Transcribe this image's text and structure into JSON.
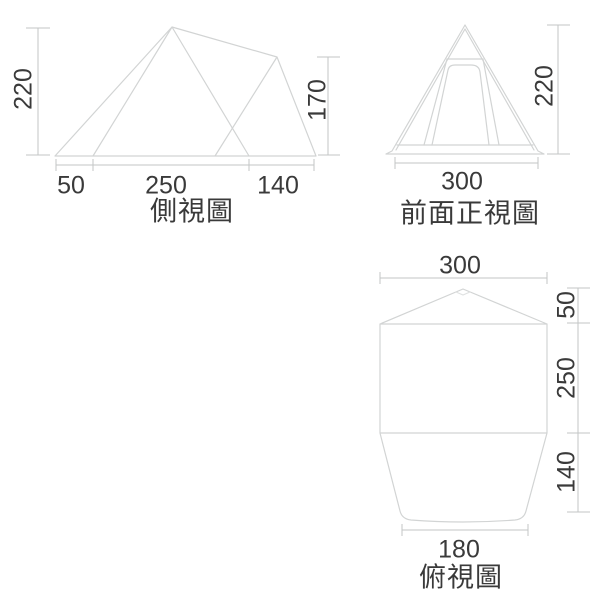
{
  "page": {
    "background": "#ffffff"
  },
  "colors": {
    "tent_outline": "#d2d4d4",
    "dimension_line": "#c3c5c5",
    "label_text": "#3a3a3a"
  },
  "side_view": {
    "caption": "側視圖",
    "height_left": "220",
    "height_right": "170",
    "width_front": "50",
    "width_middle": "250",
    "width_rear": "140"
  },
  "front_view": {
    "caption": "前面正視圖",
    "height": "220",
    "width": "300"
  },
  "top_view": {
    "caption": "俯視圖",
    "width_top": "300",
    "depth_front": "50",
    "depth_middle": "250",
    "depth_rear": "140",
    "width_bottom": "180"
  }
}
